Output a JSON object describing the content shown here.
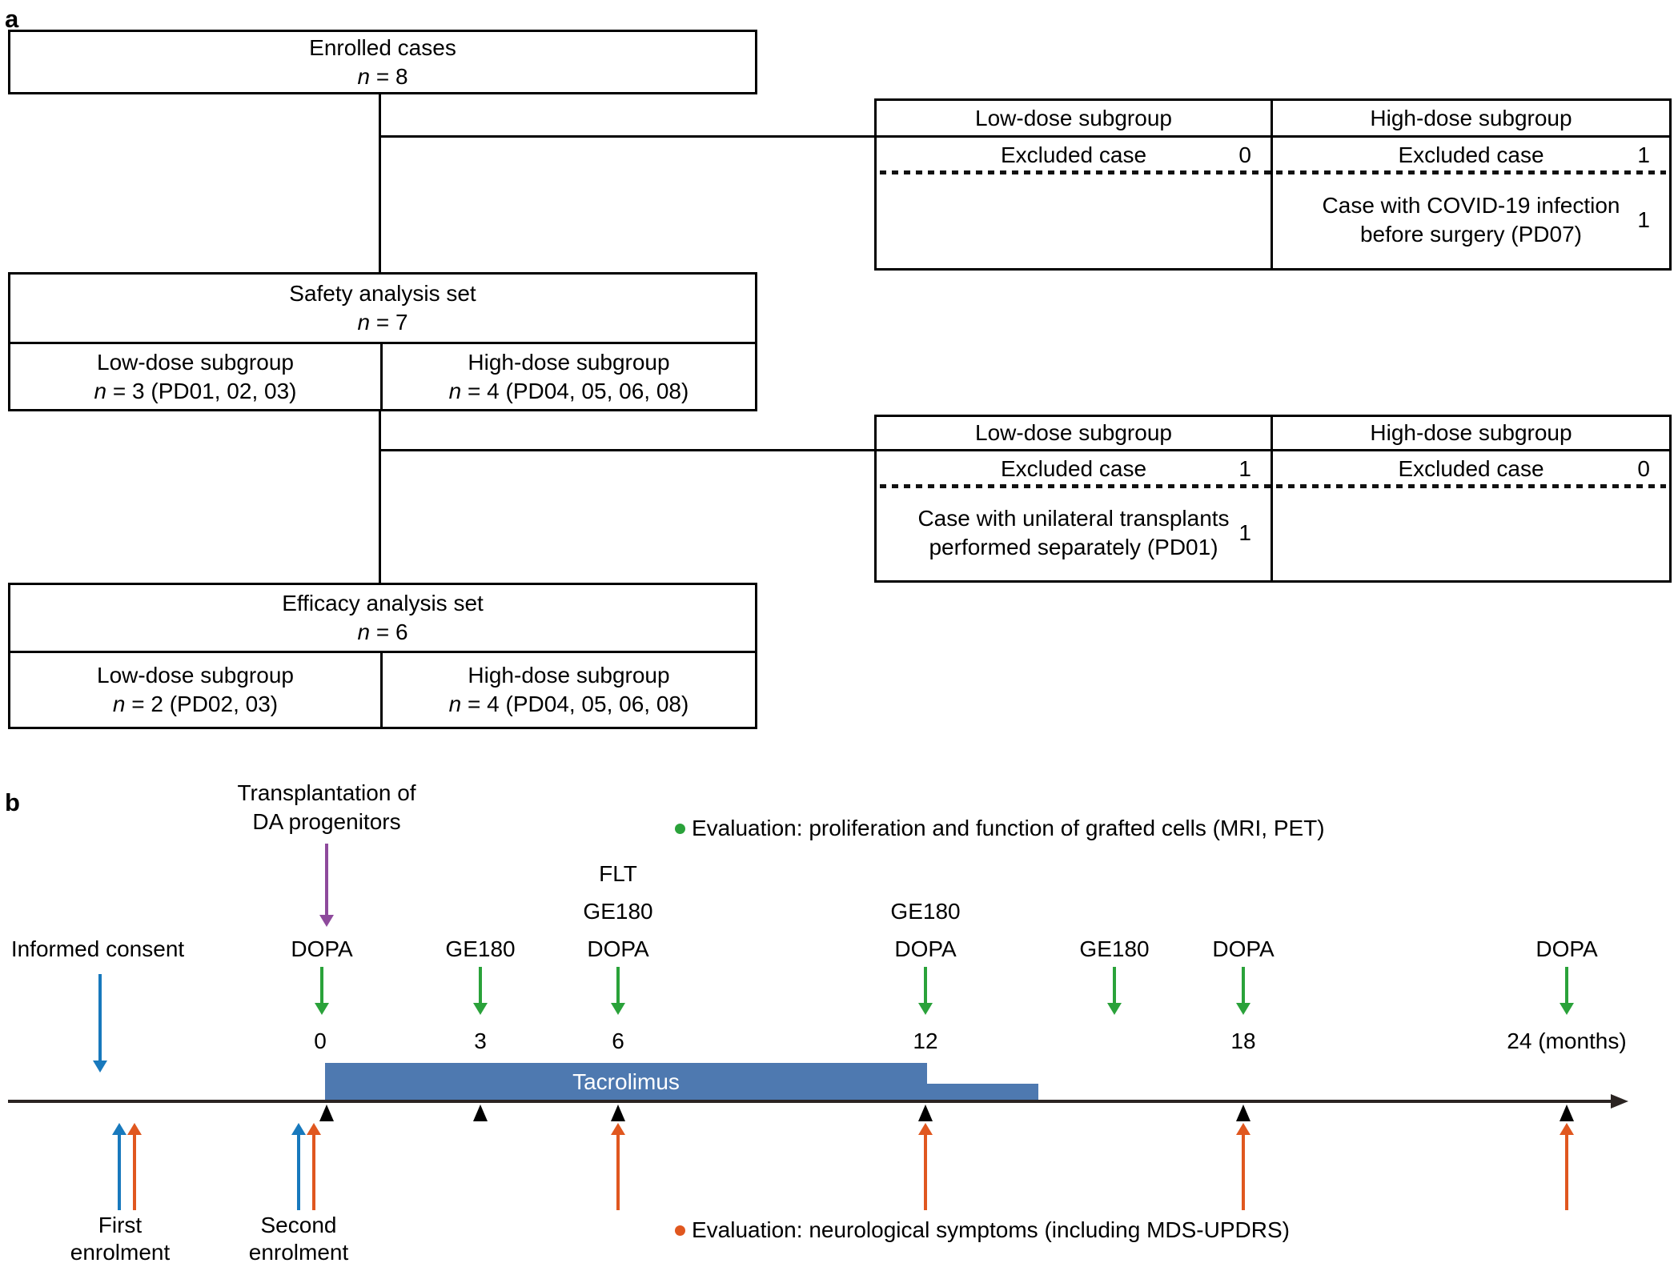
{
  "colors": {
    "green": "#2aa23a",
    "orange": "#e0571f",
    "blue": "#1879bd",
    "purple": "#8e4a9c",
    "bar": "#4e79b0",
    "axis": "#2b2422"
  },
  "panel_a": {
    "label": "a",
    "enrolled_box": {
      "title": "Enrolled cases",
      "n_italic": "n",
      "n_rest": " = 8"
    },
    "exclusion_table_1": {
      "col_low_header": "Low-dose subgroup",
      "col_high_header": "High-dose subgroup",
      "low_excluded_label": "Excluded case",
      "low_excluded_count": "0",
      "high_excluded_label": "Excluded case",
      "high_excluded_count": "1",
      "high_detail_line1": "Case with COVID-19 infection",
      "high_detail_line2": "before surgery (PD07)",
      "high_detail_count": "1"
    },
    "safety_box": {
      "title": "Safety analysis set",
      "n_italic": "n",
      "n_rest": " = 7",
      "low": {
        "title": "Low-dose subgroup",
        "n_italic": "n",
        "n_rest": " = 3 (PD01, 02, 03)"
      },
      "high": {
        "title": "High-dose subgroup",
        "n_italic": "n",
        "n_rest": " = 4 (PD04, 05, 06, 08)"
      }
    },
    "exclusion_table_2": {
      "col_low_header": "Low-dose subgroup",
      "col_high_header": "High-dose subgroup",
      "low_excluded_label": "Excluded case",
      "low_excluded_count": "1",
      "high_excluded_label": "Excluded case",
      "high_excluded_count": "0",
      "low_detail_line1": "Case with unilateral transplants",
      "low_detail_line2": "performed separately (PD01)",
      "low_detail_count": "1"
    },
    "efficacy_box": {
      "title": "Efficacy analysis set",
      "n_italic": "n",
      "n_rest": " = 6",
      "low": {
        "title": "Low-dose subgroup",
        "n_italic": "n",
        "n_rest": " = 2 (PD02, 03)"
      },
      "high": {
        "title": "High-dose subgroup",
        "n_italic": "n",
        "n_rest": " = 4 (PD04, 05, 06, 08)"
      }
    }
  },
  "panel_b": {
    "label": "b",
    "transplant_line1": "Transplantation of",
    "transplant_line2": "DA progenitors",
    "legend_imaging": "Evaluation: proliferation and function of grafted cells (MRI, PET)",
    "legend_clinical": "Evaluation: neurological symptoms (including MDS-UPDRS)",
    "informed_consent": "Informed consent",
    "tacrolimus": "Tacrolimus",
    "first_enrolment_line1": "First",
    "first_enrolment_line2": "enrolment",
    "second_enrolment_line1": "Second",
    "second_enrolment_line2": "enrolment",
    "events": [
      {
        "labels": [
          "DOPA"
        ],
        "month": "0"
      },
      {
        "labels": [
          "GE180"
        ],
        "month": "3"
      },
      {
        "labels": [
          "FLT",
          "GE180",
          "DOPA"
        ],
        "month": "6"
      },
      {
        "labels": [
          "GE180",
          "DOPA"
        ],
        "month": "12"
      },
      {
        "labels": [
          "GE180"
        ],
        "month": ""
      },
      {
        "labels": [
          "DOPA"
        ],
        "month": "18"
      },
      {
        "labels": [
          "DOPA"
        ],
        "month": "24 (months)"
      }
    ]
  }
}
